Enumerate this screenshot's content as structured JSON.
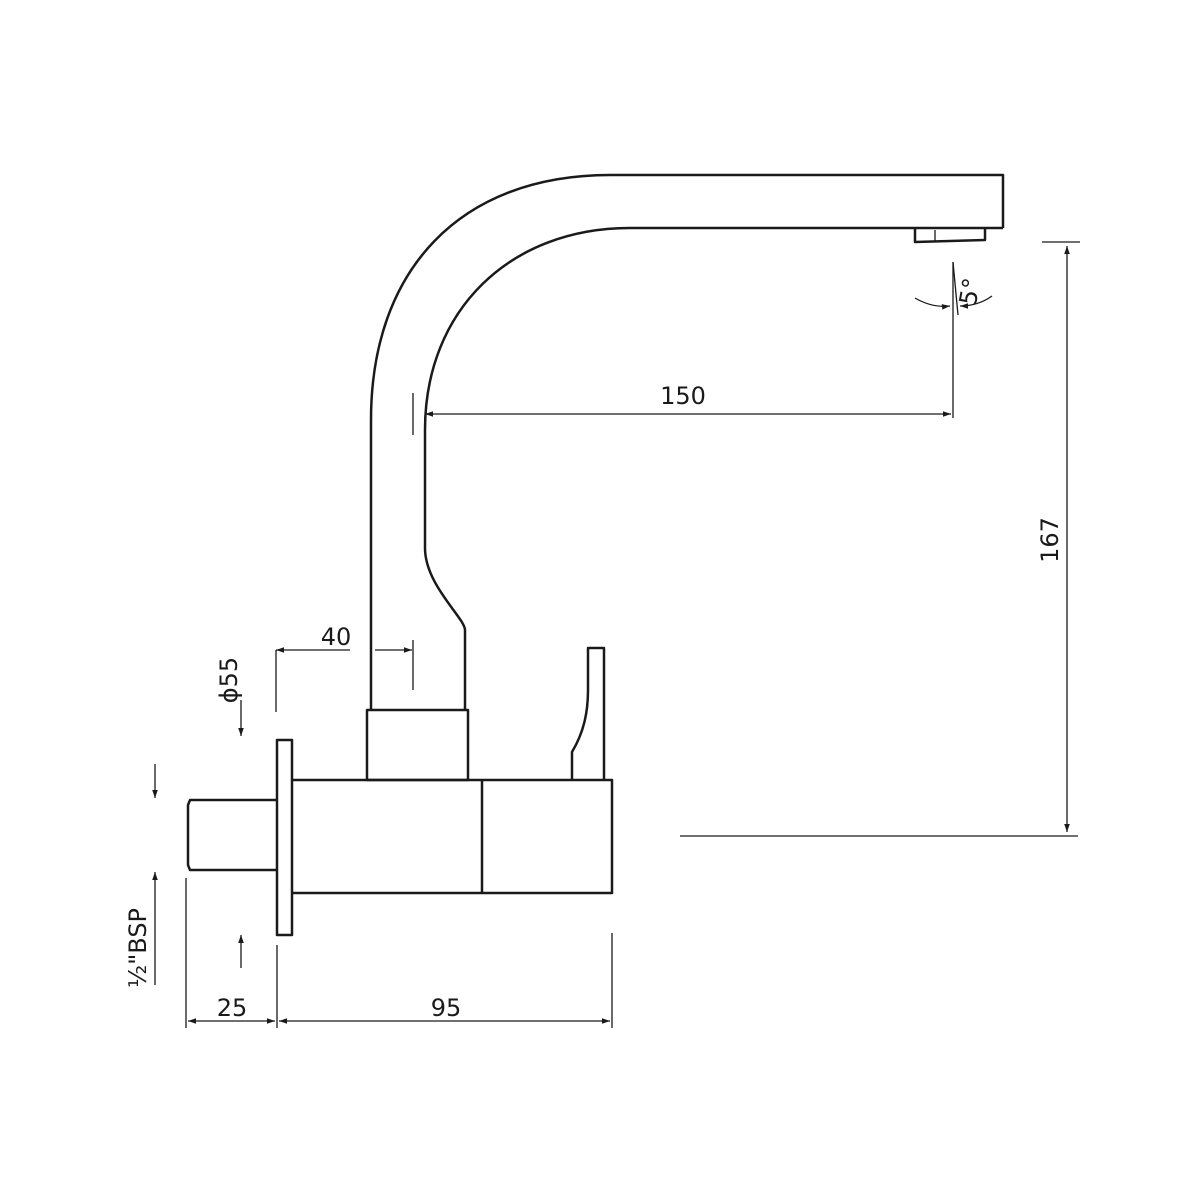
{
  "diagram": {
    "dimensions": {
      "reach": "150",
      "height": "167",
      "spout_angle": "5°",
      "stem_width": "40",
      "base_diameter": "ϕ55",
      "thread_spec_fraction": "½",
      "thread_spec_unit": "\"BSP",
      "inlet_length": "25",
      "body_depth": "95"
    },
    "colors": {
      "line": "#1a1a1a",
      "background": "#ffffff"
    }
  }
}
